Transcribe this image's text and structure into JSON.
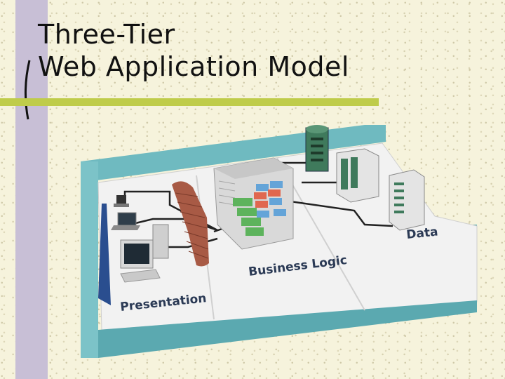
{
  "slide": {
    "title_line1": "Three-Tier",
    "title_line2": "Web Application Model"
  },
  "diagram": {
    "tier_presentation": "Presentation",
    "tier_business": "Business Logic",
    "tier_data": "Data"
  },
  "colors": {
    "background": "#f6f3dc",
    "side_bar": "#c8bfd6",
    "rule": "#bfcc4a",
    "wall_teal": "#6fbac0",
    "firewall": "#a85a45",
    "server_green": "#3f7a5c"
  }
}
